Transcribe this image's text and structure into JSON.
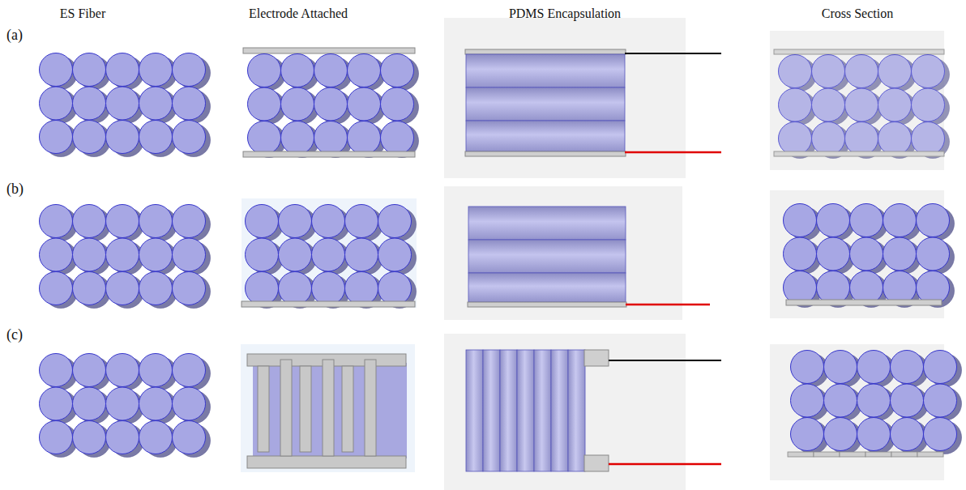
{
  "diagram": {
    "labels": [
      "ES Fiber",
      "Electrode Attached",
      "PDMS Encapsulation",
      "Cross Section",
      "(a)",
      "(b)",
      "(c)"
    ]
  }
}
